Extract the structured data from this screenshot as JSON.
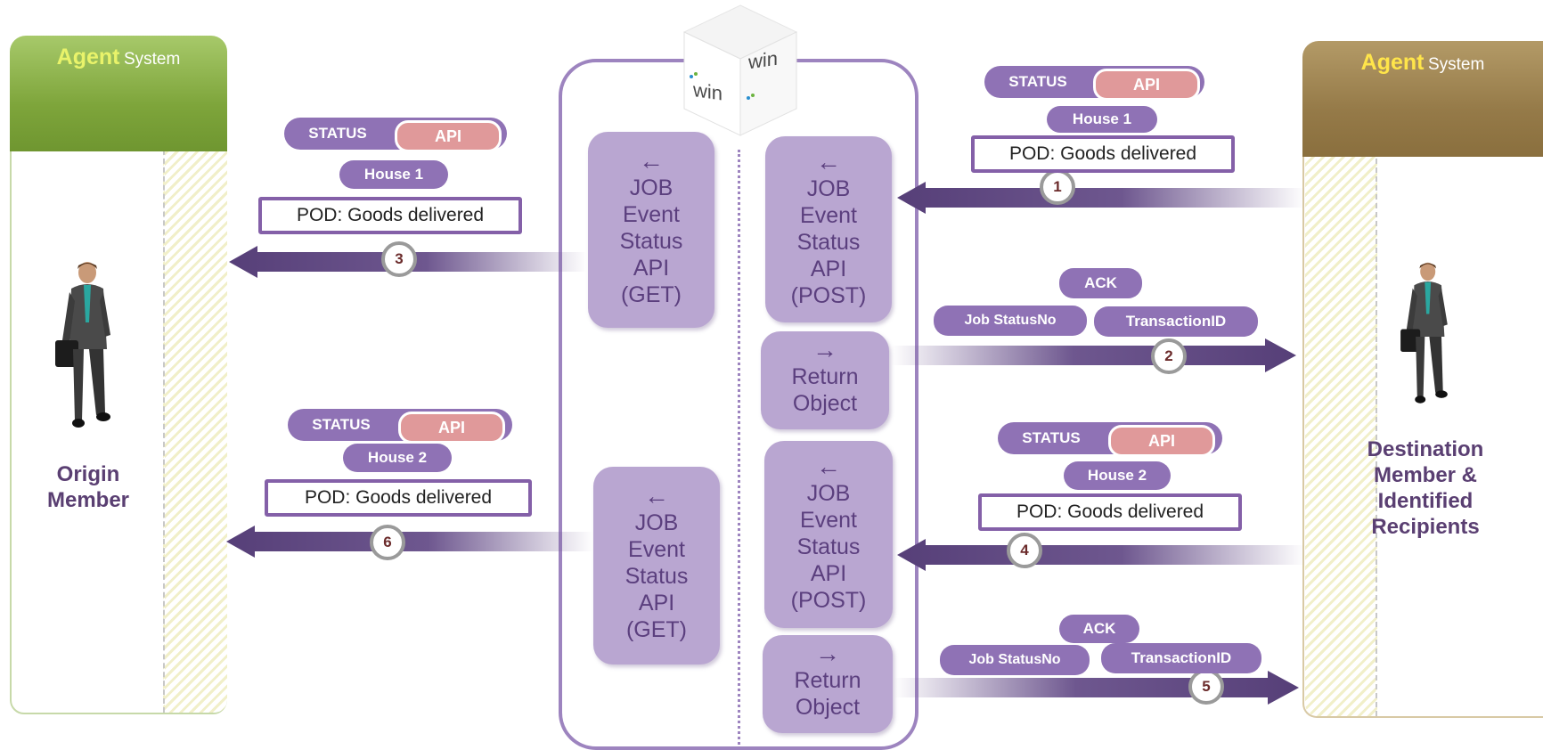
{
  "left_agent": {
    "title": "Agent",
    "subtitle": "System",
    "member": "Origin\nMember"
  },
  "right_agent": {
    "title": "Agent",
    "subtitle": "System",
    "member": "Destination\nMember &\nIdentified\nRecipients"
  },
  "logo": {
    "text_left": "win",
    "text_right": "win"
  },
  "blocks": {
    "get_top": "JOB\nEvent\nStatus\nAPI\n(GET)",
    "post_top": "JOB\nEvent\nStatus\nAPI\n(POST)",
    "return_top": "Return\nObject",
    "get_bottom": "JOB\nEvent\nStatus\nAPI\n(GET)",
    "post_bottom": "JOB\nEvent\nStatus\nAPI\n(POST)",
    "return_bottom": "Return\nObject",
    "arrow_left": "←",
    "arrow_right": "→"
  },
  "messages": {
    "m1": {
      "status": "STATUS",
      "api": "API",
      "house": "House 1",
      "pod": "POD: Goods delivered",
      "step": "1"
    },
    "m3": {
      "status": "STATUS",
      "api": "API",
      "house": "House 1",
      "pod": "POD: Goods delivered",
      "step": "3"
    },
    "m2": {
      "ack": "ACK",
      "job_status_no": "Job StatusNo",
      "transaction_id": "TransactionID",
      "step": "2"
    },
    "m4": {
      "status": "STATUS",
      "api": "API",
      "house": "House 2",
      "pod": "POD: Goods delivered",
      "step": "4"
    },
    "m6": {
      "status": "STATUS",
      "api": "API",
      "house": "House 2",
      "pod": "POD: Goods delivered",
      "step": "6"
    },
    "m5": {
      "ack": "ACK",
      "job_status_no": "Job StatusNo",
      "transaction_id": "TransactionID",
      "step": "5"
    }
  },
  "colors": {
    "purple": "#8f72b5",
    "block": "#b9a6d1",
    "api_pink": "#e0999a",
    "arrow": "#5e4681"
  }
}
